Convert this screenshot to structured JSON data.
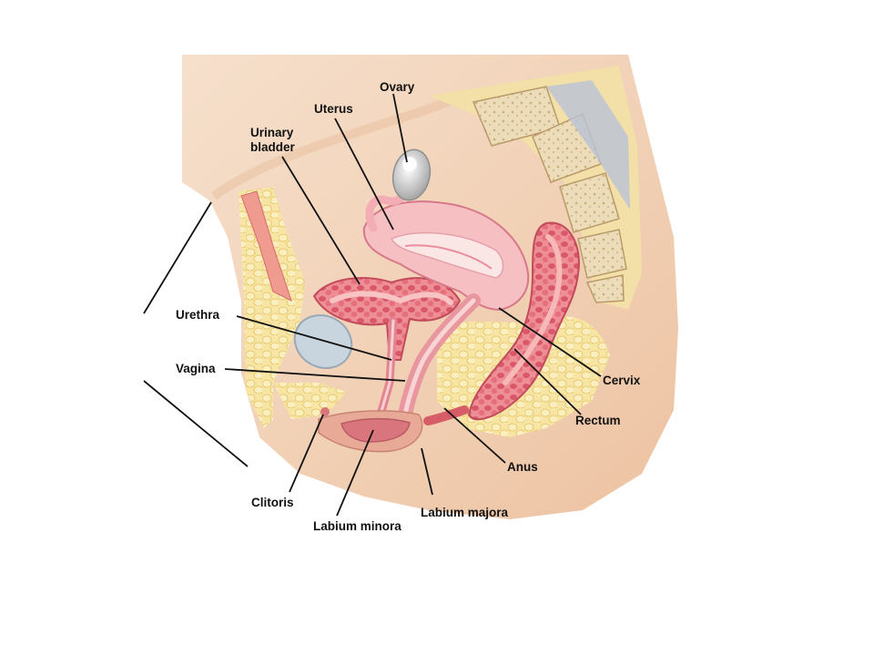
{
  "labels": {
    "ovary": "Ovary",
    "uterus": "Uterus",
    "urinary_bladder_line1": "Urinary",
    "urinary_bladder_line2": "bladder",
    "urethra": "Urethra",
    "vagina": "Vagina",
    "cervix": "Cervix",
    "rectum": "Rectum",
    "anus": "Anus",
    "clitoris": "Clitoris",
    "labium_minora": "Labium minora",
    "labium_majora": "Labium majora"
  },
  "colors": {
    "skin": "#f4d6be",
    "skin_shadow": "#e6b896",
    "fat": "#f6e3a0",
    "fat_cell": "#eccf72",
    "muscle": "#f2a2a2",
    "muscle_dark": "#d65d68",
    "organ_pink": "#f7c3c3",
    "bone": "#ead9b6",
    "bone_dark": "#cdb486",
    "bladder_blue": "#c9d5de",
    "ovary_grey": "#d8d8d8",
    "line": "#111111"
  }
}
